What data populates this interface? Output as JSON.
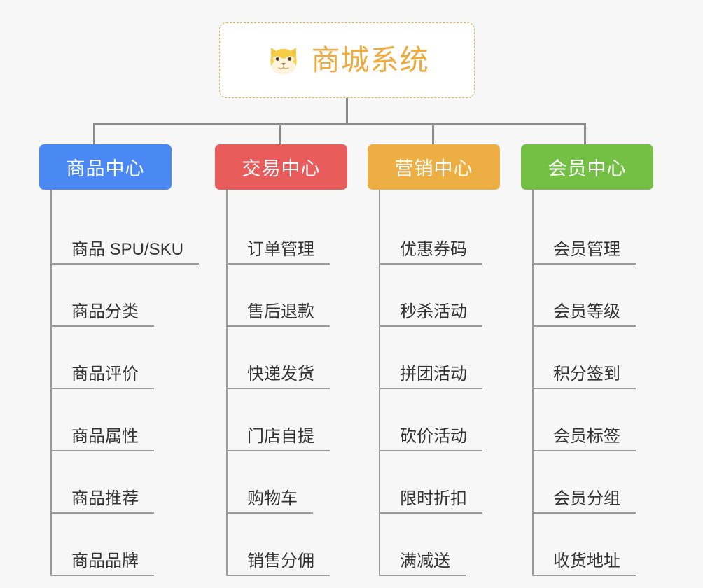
{
  "page": {
    "background_color": "#f7f7f7",
    "title": "商城系统"
  },
  "root": {
    "icon": "shiba-dog-face-icon",
    "label": "商城系统",
    "text_color": "#eeaa3c",
    "border_color": "#e8b254",
    "fill_color": "#ffffff"
  },
  "connector": {
    "color": "#8c8c8c"
  },
  "categories": [
    {
      "label": "商品中心",
      "color": "#4a89f3",
      "items": [
        "商品 SPU/SKU",
        "商品分类",
        "商品评价",
        "商品属性",
        "商品推荐",
        "商品品牌"
      ]
    },
    {
      "label": "交易中心",
      "color": "#e85c5c",
      "items": [
        "订单管理",
        "售后退款",
        "快递发货",
        "门店自提",
        "购物车",
        "销售分佣"
      ]
    },
    {
      "label": "营销中心",
      "color": "#edae43",
      "items": [
        "优惠券码",
        "秒杀活动",
        "拼团活动",
        "砍价活动",
        "限时折扣",
        "满减送"
      ]
    },
    {
      "label": "会员中心",
      "color": "#74c044",
      "items": [
        "会员管理",
        "会员等级",
        "积分签到",
        "会员标签",
        "会员分组",
        "收货地址"
      ]
    }
  ]
}
